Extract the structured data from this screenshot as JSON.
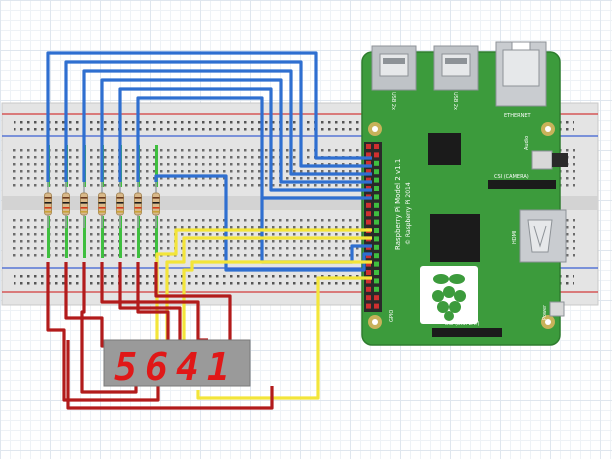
{
  "raspberry_pi": {
    "model_line": "Raspberry Pi Model 2 v1.1",
    "copyright_line": "© Raspberry Pi 2014",
    "usb_label_1": "USB 2x",
    "usb_label_2": "USB 2x",
    "ethernet_label": "ETHERNET",
    "audio_label": "Audio",
    "csi_label": "CSI (CAMERA)",
    "hdmi_label": "HDMI",
    "dsi_label": "DSI (DISPLAY)",
    "gpio_label": "GPIO",
    "power_label": "Power",
    "board_color": "#3c9b3c"
  },
  "display": {
    "digits": "5641",
    "segment_color": "#e01818",
    "body_color": "#9a9a9a"
  },
  "breadboard": {
    "resistor_count": 7
  },
  "wire_colors": {
    "blue": "#2f6fd0",
    "yellow": "#f3e53a",
    "red": "#b21b1b"
  }
}
